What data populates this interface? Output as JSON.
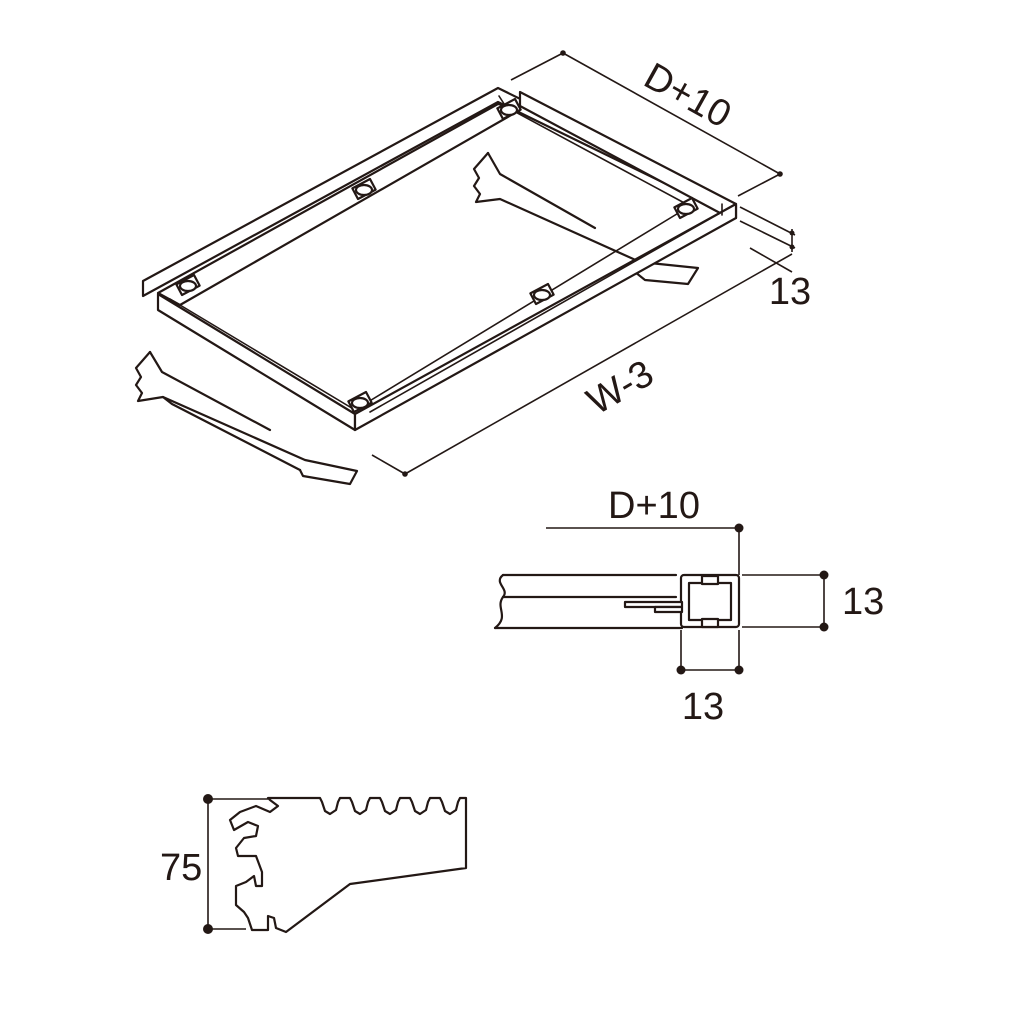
{
  "figures": {
    "isometric_view": {
      "depth_label": "D+10",
      "height_label": "13",
      "width_label": "W-3"
    },
    "section_view": {
      "depth_label": "D+10",
      "height_label": "13",
      "width_label": "13"
    },
    "bracket_view": {
      "height_label": "75"
    }
  },
  "colors": {
    "line": "#231815",
    "background": "#ffffff"
  }
}
